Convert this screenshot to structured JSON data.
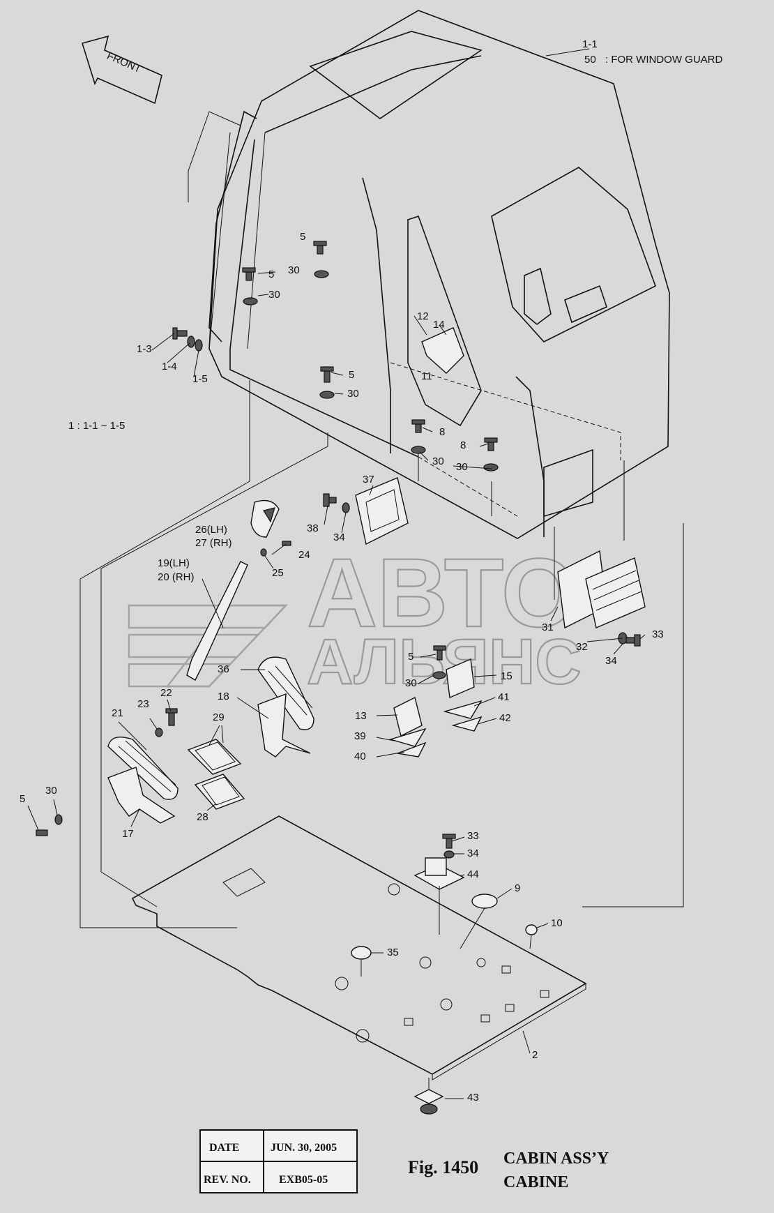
{
  "front_arrow": {
    "text": "FRONT",
    "icon": "front-arrow-icon"
  },
  "notes": {
    "ref_top": "1-1",
    "window_guard_num": "50",
    "window_guard_text": ": FOR WINDOW GUARD",
    "assembly_range": "1 : 1-1 ~ 1-5"
  },
  "callouts": [
    {
      "id": "c-5a",
      "text": "5"
    },
    {
      "id": "c-30a",
      "text": "30"
    },
    {
      "id": "c-5b",
      "text": "5"
    },
    {
      "id": "c-30b",
      "text": "30"
    },
    {
      "id": "c-1-3",
      "text": "1-3"
    },
    {
      "id": "c-1-4",
      "text": "1-4"
    },
    {
      "id": "c-1-5",
      "text": "1-5"
    },
    {
      "id": "c-12",
      "text": "12"
    },
    {
      "id": "c-14",
      "text": "14"
    },
    {
      "id": "c-11",
      "text": "11"
    },
    {
      "id": "c-5c",
      "text": "5"
    },
    {
      "id": "c-30c",
      "text": "30"
    },
    {
      "id": "c-8a",
      "text": "8"
    },
    {
      "id": "c-8b",
      "text": "8"
    },
    {
      "id": "c-30d",
      "text": "30"
    },
    {
      "id": "c-30e",
      "text": "30"
    },
    {
      "id": "c-37",
      "text": "37"
    },
    {
      "id": "c-38",
      "text": "38"
    },
    {
      "id": "c-34a",
      "text": "34"
    },
    {
      "id": "c-26",
      "text": "26(LH)"
    },
    {
      "id": "c-27",
      "text": "27 (RH)"
    },
    {
      "id": "c-24",
      "text": "24"
    },
    {
      "id": "c-25",
      "text": "25"
    },
    {
      "id": "c-19",
      "text": "19(LH)"
    },
    {
      "id": "c-20",
      "text": "20 (RH)"
    },
    {
      "id": "c-31",
      "text": "31"
    },
    {
      "id": "c-32",
      "text": "32"
    },
    {
      "id": "c-33a",
      "text": "33"
    },
    {
      "id": "c-34b",
      "text": "34"
    },
    {
      "id": "c-5d",
      "text": "5"
    },
    {
      "id": "c-30f",
      "text": "30"
    },
    {
      "id": "c-15",
      "text": "15"
    },
    {
      "id": "c-36",
      "text": "36"
    },
    {
      "id": "c-18",
      "text": "18"
    },
    {
      "id": "c-22",
      "text": "22"
    },
    {
      "id": "c-23",
      "text": "23"
    },
    {
      "id": "c-21",
      "text": "21"
    },
    {
      "id": "c-29",
      "text": "29"
    },
    {
      "id": "c-28",
      "text": "28"
    },
    {
      "id": "c-13",
      "text": "13"
    },
    {
      "id": "c-41",
      "text": "41"
    },
    {
      "id": "c-42",
      "text": "42"
    },
    {
      "id": "c-39",
      "text": "39"
    },
    {
      "id": "c-40",
      "text": "40"
    },
    {
      "id": "c-5e",
      "text": "5"
    },
    {
      "id": "c-30g",
      "text": "30"
    },
    {
      "id": "c-17",
      "text": "17"
    },
    {
      "id": "c-33b",
      "text": "33"
    },
    {
      "id": "c-34c",
      "text": "34"
    },
    {
      "id": "c-44",
      "text": "44"
    },
    {
      "id": "c-9",
      "text": "9"
    },
    {
      "id": "c-10",
      "text": "10"
    },
    {
      "id": "c-35",
      "text": "35"
    },
    {
      "id": "c-2",
      "text": "2"
    },
    {
      "id": "c-43",
      "text": "43"
    }
  ],
  "watermark": {
    "line1": "АВТО",
    "line2": "АЛЬЯНС",
    "icon": "avtoalyans-logo-icon"
  },
  "title_block": {
    "date_label": "DATE",
    "date_value": "JUN. 30, 2005",
    "rev_label": "REV. NO.",
    "rev_value": "EXB05-05",
    "fig": "Fig. 1450",
    "title_en": "CABIN ASS’Y",
    "title_fr": "CABINE"
  }
}
